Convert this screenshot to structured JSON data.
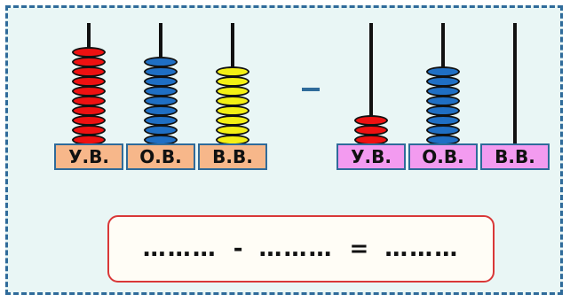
{
  "colors": {
    "frame_border": "#2f6b9a",
    "frame_background": "#e9f6f5",
    "left_label_background": "#f7b78a",
    "right_label_background": "#f39bf0",
    "equation_border": "#d93838"
  },
  "left_abacus": {
    "rods": [
      {
        "label": "У.В.",
        "bead_count": 10,
        "bead_color": "#ee1111"
      },
      {
        "label": "О.В.",
        "bead_count": 9,
        "bead_color": "#1f6fc4"
      },
      {
        "label": "В.В.",
        "bead_count": 8,
        "bead_color": "#f4f014"
      }
    ]
  },
  "operator": "–",
  "right_abacus": {
    "rods": [
      {
        "label": "У.В.",
        "bead_count": 3,
        "bead_color": "#ee1111"
      },
      {
        "label": "О.В.",
        "bead_count": 8,
        "bead_color": "#1f6fc4"
      },
      {
        "label": "В.В.",
        "bead_count": 0,
        "bead_color": "#f4f014"
      }
    ]
  },
  "equation": {
    "blank_1": "………",
    "minus": "-",
    "blank_2": "………",
    "equals": "=",
    "blank_3": "………"
  }
}
